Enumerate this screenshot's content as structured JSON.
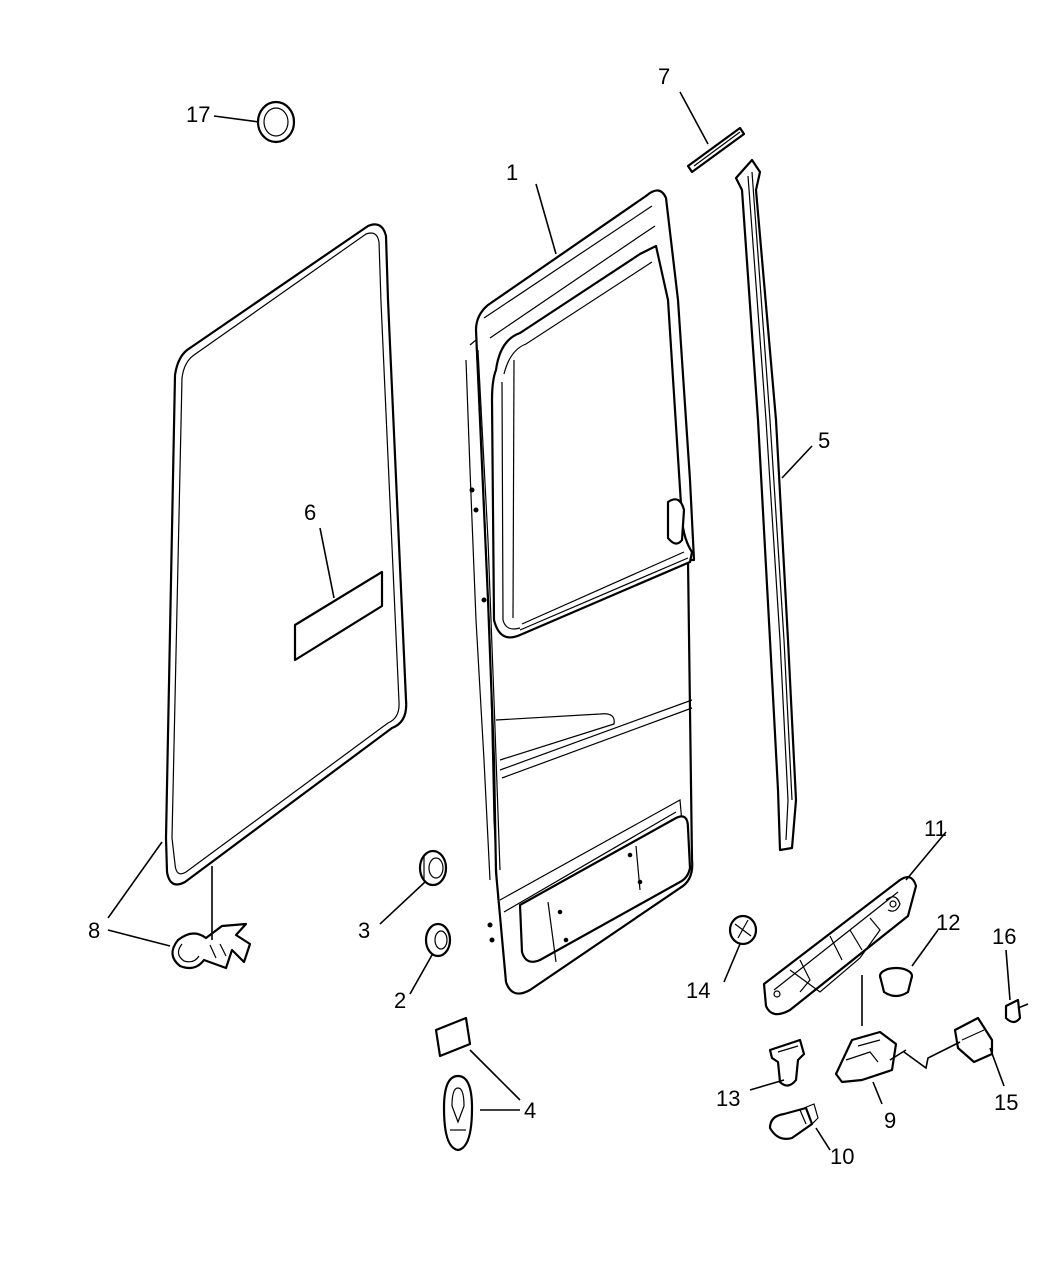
{
  "diagram": {
    "callouts": [
      {
        "id": "c1",
        "label": "1"
      },
      {
        "id": "c2",
        "label": "2"
      },
      {
        "id": "c3",
        "label": "3"
      },
      {
        "id": "c4a",
        "label": "4"
      },
      {
        "id": "c5",
        "label": "5"
      },
      {
        "id": "c6",
        "label": "6"
      },
      {
        "id": "c7",
        "label": "7"
      },
      {
        "id": "c8",
        "label": "8"
      },
      {
        "id": "c9",
        "label": "9"
      },
      {
        "id": "c10",
        "label": "10"
      },
      {
        "id": "c11",
        "label": "11"
      },
      {
        "id": "c12",
        "label": "12"
      },
      {
        "id": "c13",
        "label": "13"
      },
      {
        "id": "c14",
        "label": "14"
      },
      {
        "id": "c15",
        "label": "15"
      },
      {
        "id": "c16",
        "label": "16"
      },
      {
        "id": "c17",
        "label": "17"
      }
    ],
    "colors": {
      "line": "#000000",
      "background": "#ffffff"
    }
  }
}
